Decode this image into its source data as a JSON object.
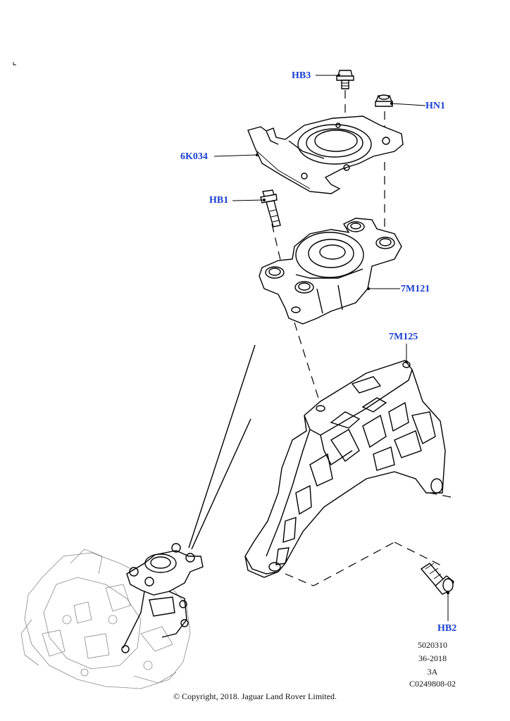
{
  "callouts": {
    "hb3": "HB3",
    "hn1": "HN1",
    "bracket_6k034": "6K034",
    "hb1": "HB1",
    "mount_7m121": "7M121",
    "bracket_7m125": "7M125",
    "hb2": "HB2"
  },
  "reference": {
    "line1": "5020310",
    "line2": "36-2018",
    "line3": "3A",
    "line4": "C0249808-02"
  },
  "copyright": "© Copyright, 2018. Jaguar Land Rover Limited.",
  "colors": {
    "callout_text": "#1a3fd1",
    "line_art": "#000000"
  }
}
